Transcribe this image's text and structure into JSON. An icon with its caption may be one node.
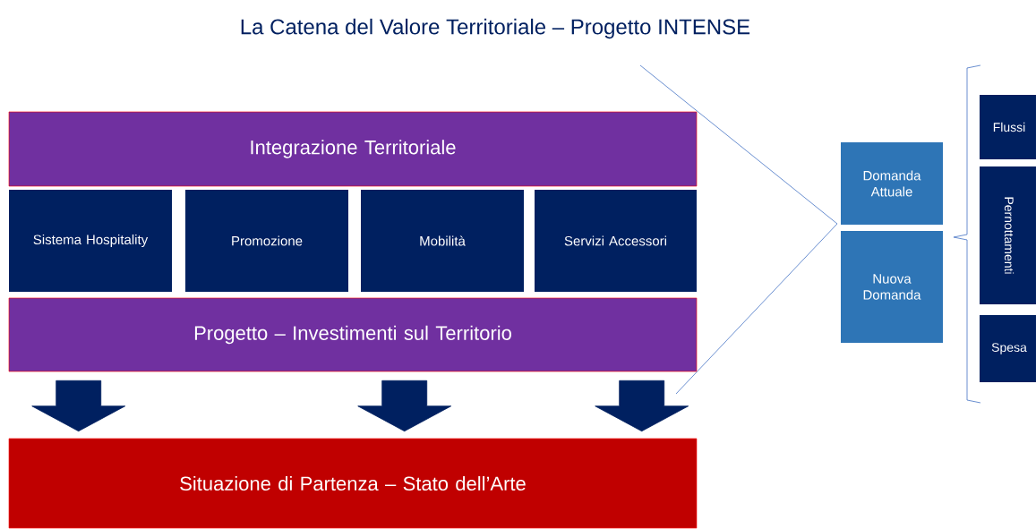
{
  "diagram": {
    "title": "La Catena del Valore Territoriale – Progetto INTENSE",
    "nodes": [
      {
        "text": [
          "Integrazione Territoriale"
        ]
      },
      {
        "text": [
          "Sistema Hospitality"
        ]
      },
      {
        "text": [
          "Promozione"
        ]
      },
      {
        "text": [
          "Mobilità"
        ]
      },
      {
        "text": [
          "Servizi Accessori"
        ]
      },
      {
        "text": [
          "Progetto – Investimenti sul Territorio"
        ]
      },
      {
        "text": [
          "Situazione di Partenza – Stato dell’Arte"
        ]
      },
      {
        "text": [
          "Domanda Attuale"
        ]
      },
      {
        "text": [
          "Nuova Domanda"
        ]
      },
      {
        "text": [
          "Flussi"
        ]
      },
      {
        "text": [
          "Pernottamenti"
        ]
      },
      {
        "text": [
          "Spesa"
        ]
      }
    ],
    "edges": [
      {
        "from": 5,
        "to": 6,
        "arrow": "to"
      },
      {
        "from": 5,
        "to": 6,
        "arrow": "to"
      },
      {
        "from": 5,
        "to": 6,
        "arrow": "to"
      }
    ]
  }
}
